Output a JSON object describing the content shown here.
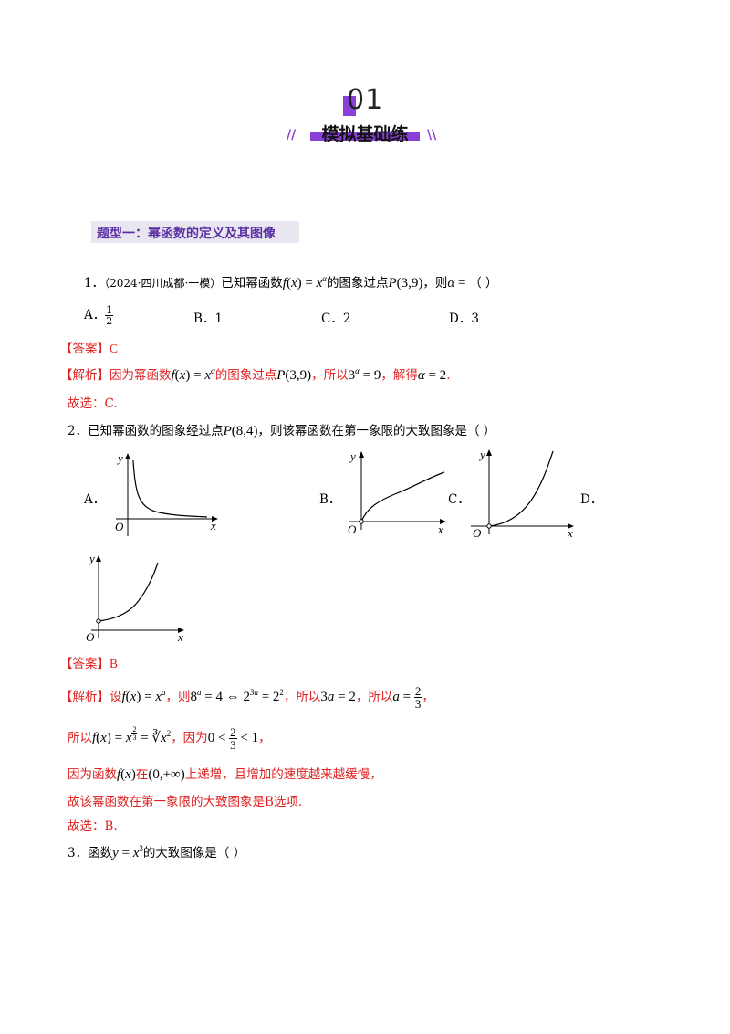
{
  "header": {
    "number": "01",
    "title": "模拟基础练"
  },
  "section": {
    "heading": "题型一：幂函数的定义及其图像"
  },
  "q1": {
    "number": "1．",
    "source": "（2024·四川成都·一模）",
    "stem_a": "已知幂函数",
    "stem_b": "的图象过点",
    "stem_c": "，则",
    "stem_d": "（    ）",
    "options": [
      {
        "label": "A．",
        "value": "1/2"
      },
      {
        "label": "B．",
        "value": "1"
      },
      {
        "label": "C．",
        "value": "2"
      },
      {
        "label": "D．",
        "value": "3"
      }
    ],
    "answer_label": "【答案】",
    "answer": "C",
    "analysis_label": "【解析】",
    "analysis_a": "因为幂函数",
    "analysis_b": "的图象过点",
    "analysis_c": "，所以",
    "analysis_d": "，解得",
    "conclusion": "故选：C."
  },
  "q2": {
    "number": "2．",
    "stem_a": "已知幂函数的图象经过点",
    "stem_b": "，则该幂函数在第一象限的大致图象是（    ）",
    "options": [
      {
        "label": "A．"
      },
      {
        "label": "B．"
      },
      {
        "label": "C．"
      },
      {
        "label": "D．"
      }
    ],
    "axis_labels": {
      "x": "x",
      "y": "y",
      "origin": "O"
    },
    "answer_label": "【答案】",
    "answer": "B",
    "analysis_label": "【解析】",
    "analysis_set": "设",
    "analysis_then": "，则",
    "analysis_so": "，所以",
    "analysis_so2": "，所以",
    "line2_so": "所以",
    "line2_because": "，因为",
    "line3": "上递增，且增加的速度越来越缓慢，",
    "line3_a": "因为函数",
    "line3_b": "在",
    "line4": "故该幂函数在第一象限的大致图象是B选项.",
    "conclusion": "故选：B."
  },
  "q3": {
    "number": "3．",
    "stem_a": "函数",
    "stem_b": "的大致图像是（    ）"
  }
}
